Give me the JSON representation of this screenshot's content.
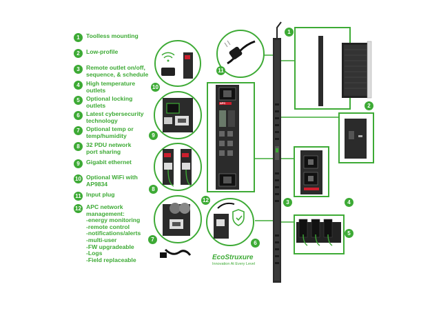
{
  "features": [
    {
      "num": "1",
      "text": "Toolless mounting"
    },
    {
      "num": "2",
      "text": "Low-profile"
    },
    {
      "num": "3",
      "text": "Remote outlet on/off,\nsequence, & schedule"
    },
    {
      "num": "4",
      "text": "High temperature\noutlets"
    },
    {
      "num": "5",
      "text": "Optional locking\noutlets"
    },
    {
      "num": "6",
      "text": "Latest cybersecurity\ntechnology"
    },
    {
      "num": "7",
      "text": "Optional temp or\ntemp/humidity"
    },
    {
      "num": "8",
      "text": "32 PDU network\nport sharing"
    },
    {
      "num": "9",
      "text": "Gigabit ethernet"
    },
    {
      "num": "10",
      "text": "Optional WiFi with\nAP9834"
    },
    {
      "num": "11",
      "text": "Input plug"
    },
    {
      "num": "12",
      "text": "APC network\nmanagement:\n-energy monitoring\n-remote control\n-notifications/alerts\n-multi-user\n-FW upgradeable\n-Logs\n-Field replaceable"
    }
  ],
  "callouts": {
    "c1": "1",
    "c2": "2",
    "c3": "3",
    "c4": "4",
    "c5": "5",
    "c6": "6",
    "c7": "7",
    "c8": "8",
    "c9": "9",
    "c10": "10",
    "c11": "11",
    "c12": "12"
  },
  "logo": {
    "main": "EcoStruxure",
    "tagline": "Innovation At Every Level"
  },
  "product_label": "APC",
  "colors": {
    "accent": "#3daa35",
    "device": "#2b2b2b",
    "apc_red": "#cc1f2e"
  }
}
